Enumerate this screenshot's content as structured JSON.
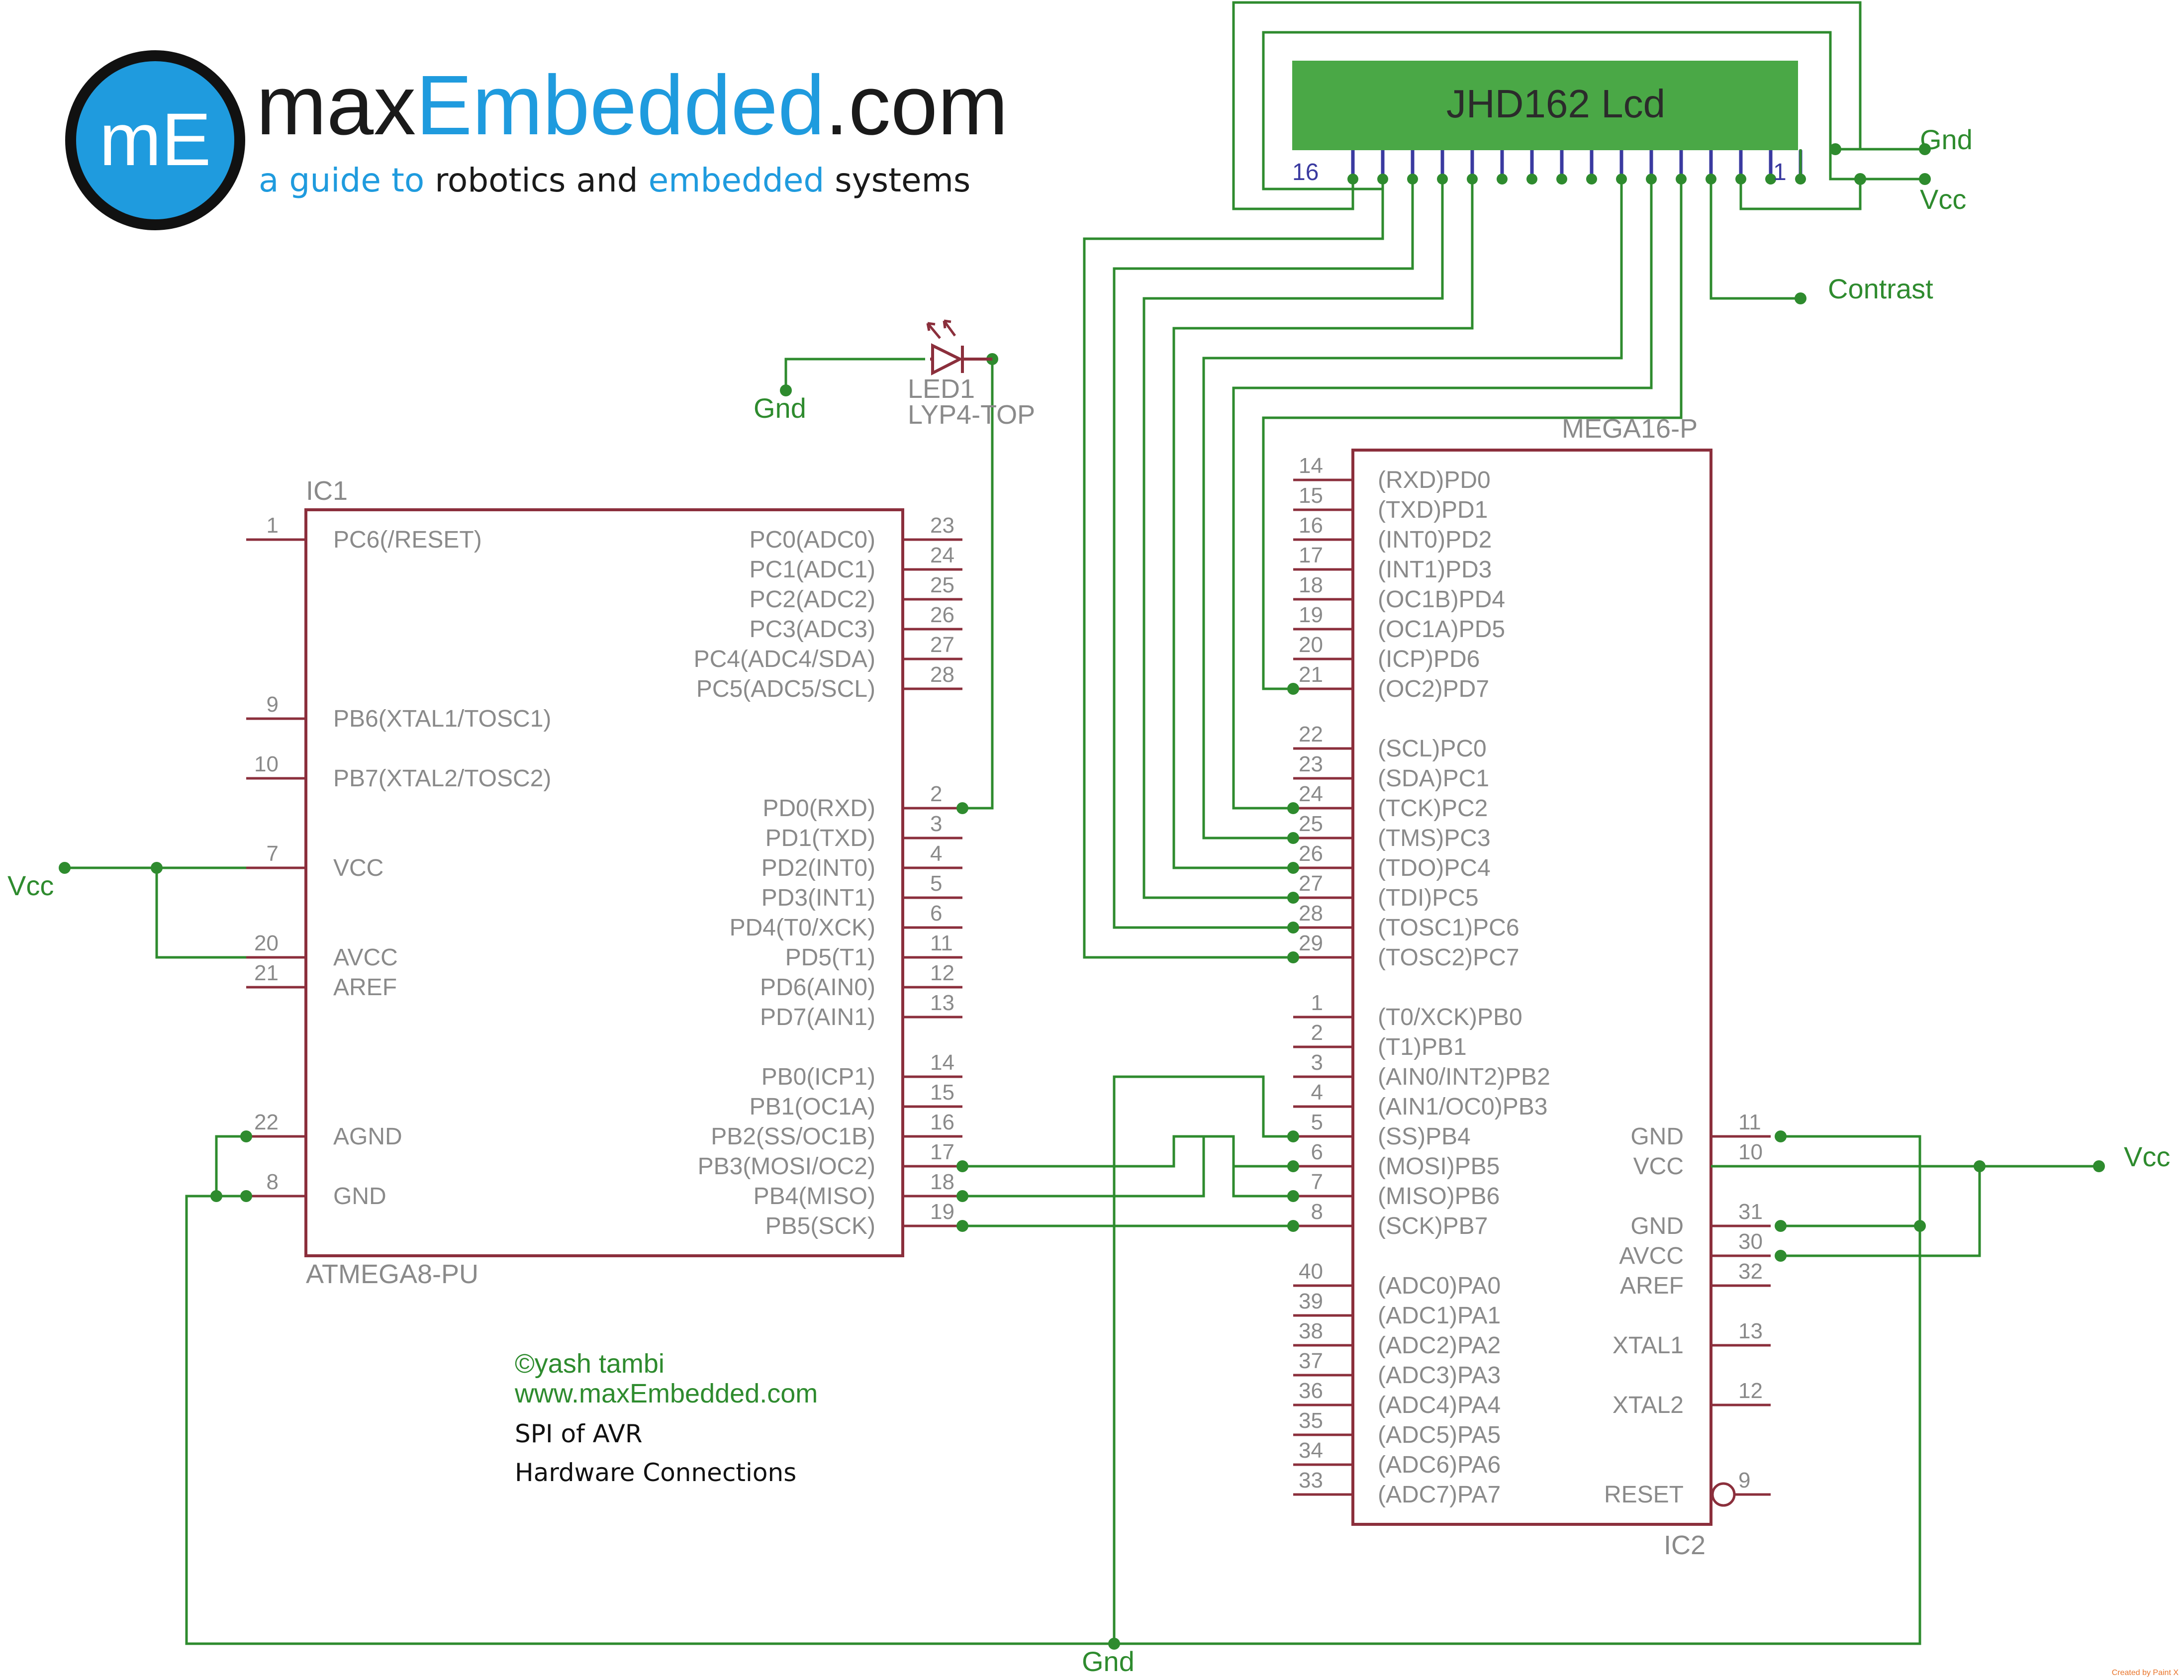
{
  "brand": {
    "logo_text": "mE",
    "name_prefix": "max",
    "name_highlight": "Embedded",
    "name_suffix": ".com",
    "tagline_parts": [
      "a guide to",
      "robotics and",
      "embedded",
      "systems"
    ],
    "colors": {
      "blue": "#1f9bde",
      "dark": "#1a1a1a"
    }
  },
  "lcd": {
    "title": "JHD162 Lcd",
    "pin_left": "16",
    "pin_right": "1",
    "nets": {
      "gnd": "Gnd",
      "vcc": "Vcc",
      "contrast": "Contrast"
    }
  },
  "led": {
    "name": "LED1",
    "part": "LYP4-TOP",
    "net": "Gnd"
  },
  "ic1": {
    "ref": "IC1",
    "part": "ATMEGA8-PU",
    "left_pins": [
      {
        "num": "1",
        "label": "PC6(/RESET)"
      },
      {
        "num": "9",
        "label": "PB6(XTAL1/TOSC1)"
      },
      {
        "num": "10",
        "label": "PB7(XTAL2/TOSC2)"
      },
      {
        "num": "7",
        "label": "VCC"
      },
      {
        "num": "20",
        "label": "AVCC"
      },
      {
        "num": "21",
        "label": "AREF"
      },
      {
        "num": "22",
        "label": "AGND"
      },
      {
        "num": "8",
        "label": "GND"
      }
    ],
    "right_pins": [
      {
        "num": "23",
        "label": "PC0(ADC0)"
      },
      {
        "num": "24",
        "label": "PC1(ADC1)"
      },
      {
        "num": "25",
        "label": "PC2(ADC2)"
      },
      {
        "num": "26",
        "label": "PC3(ADC3)"
      },
      {
        "num": "27",
        "label": "PC4(ADC4/SDA)"
      },
      {
        "num": "28",
        "label": "PC5(ADC5/SCL)"
      },
      {
        "num": "2",
        "label": "PD0(RXD)"
      },
      {
        "num": "3",
        "label": "PD1(TXD)"
      },
      {
        "num": "4",
        "label": "PD2(INT0)"
      },
      {
        "num": "5",
        "label": "PD3(INT1)"
      },
      {
        "num": "6",
        "label": "PD4(T0/XCK)"
      },
      {
        "num": "11",
        "label": "PD5(T1)"
      },
      {
        "num": "12",
        "label": "PD6(AIN0)"
      },
      {
        "num": "13",
        "label": "PD7(AIN1)"
      },
      {
        "num": "14",
        "label": "PB0(ICP1)"
      },
      {
        "num": "15",
        "label": "PB1(OC1A)"
      },
      {
        "num": "16",
        "label": "PB2(SS/OC1B)"
      },
      {
        "num": "17",
        "label": "PB3(MOSI/OC2)"
      },
      {
        "num": "18",
        "label": "PB4(MISO)"
      },
      {
        "num": "19",
        "label": "PB5(SCK)"
      }
    ],
    "vcc_net": "Vcc"
  },
  "ic2": {
    "ref": "IC2",
    "part": "MEGA16-P",
    "left_pins": [
      {
        "num": "14",
        "label": "(RXD)PD0"
      },
      {
        "num": "15",
        "label": "(TXD)PD1"
      },
      {
        "num": "16",
        "label": "(INT0)PD2"
      },
      {
        "num": "17",
        "label": "(INT1)PD3"
      },
      {
        "num": "18",
        "label": "(OC1B)PD4"
      },
      {
        "num": "19",
        "label": "(OC1A)PD5"
      },
      {
        "num": "20",
        "label": "(ICP)PD6"
      },
      {
        "num": "21",
        "label": "(OC2)PD7"
      },
      {
        "num": "22",
        "label": "(SCL)PC0"
      },
      {
        "num": "23",
        "label": "(SDA)PC1"
      },
      {
        "num": "24",
        "label": "(TCK)PC2"
      },
      {
        "num": "25",
        "label": "(TMS)PC3"
      },
      {
        "num": "26",
        "label": "(TDO)PC4"
      },
      {
        "num": "27",
        "label": "(TDI)PC5"
      },
      {
        "num": "28",
        "label": "(TOSC1)PC6"
      },
      {
        "num": "29",
        "label": "(TOSC2)PC7"
      },
      {
        "num": "1",
        "label": "(T0/XCK)PB0"
      },
      {
        "num": "2",
        "label": "(T1)PB1"
      },
      {
        "num": "3",
        "label": "(AIN0/INT2)PB2"
      },
      {
        "num": "4",
        "label": "(AIN1/OC0)PB3"
      },
      {
        "num": "5",
        "label": "(SS)PB4"
      },
      {
        "num": "6",
        "label": "(MOSI)PB5"
      },
      {
        "num": "7",
        "label": "(MISO)PB6"
      },
      {
        "num": "8",
        "label": "(SCK)PB7"
      },
      {
        "num": "40",
        "label": "(ADC0)PA0"
      },
      {
        "num": "39",
        "label": "(ADC1)PA1"
      },
      {
        "num": "38",
        "label": "(ADC2)PA2"
      },
      {
        "num": "37",
        "label": "(ADC3)PA3"
      },
      {
        "num": "36",
        "label": "(ADC4)PA4"
      },
      {
        "num": "35",
        "label": "(ADC5)PA5"
      },
      {
        "num": "34",
        "label": "(ADC6)PA6"
      },
      {
        "num": "33",
        "label": "(ADC7)PA7"
      }
    ],
    "right_pins": [
      {
        "num": "11",
        "label": "GND"
      },
      {
        "num": "10",
        "label": "VCC"
      },
      {
        "num": "31",
        "label": "GND"
      },
      {
        "num": "30",
        "label": "AVCC"
      },
      {
        "num": "32",
        "label": "AREF"
      },
      {
        "num": "13",
        "label": "XTAL1"
      },
      {
        "num": "12",
        "label": "XTAL2"
      },
      {
        "num": "9",
        "label": "RESET"
      }
    ],
    "vcc_net": "Vcc"
  },
  "ground_net": "Gnd",
  "credits": {
    "author": "©yash tambi",
    "site": "www.maxEmbedded.com",
    "line1": "SPI of AVR",
    "line2": "Hardware Connections",
    "watermark": "Created by Paint X"
  }
}
